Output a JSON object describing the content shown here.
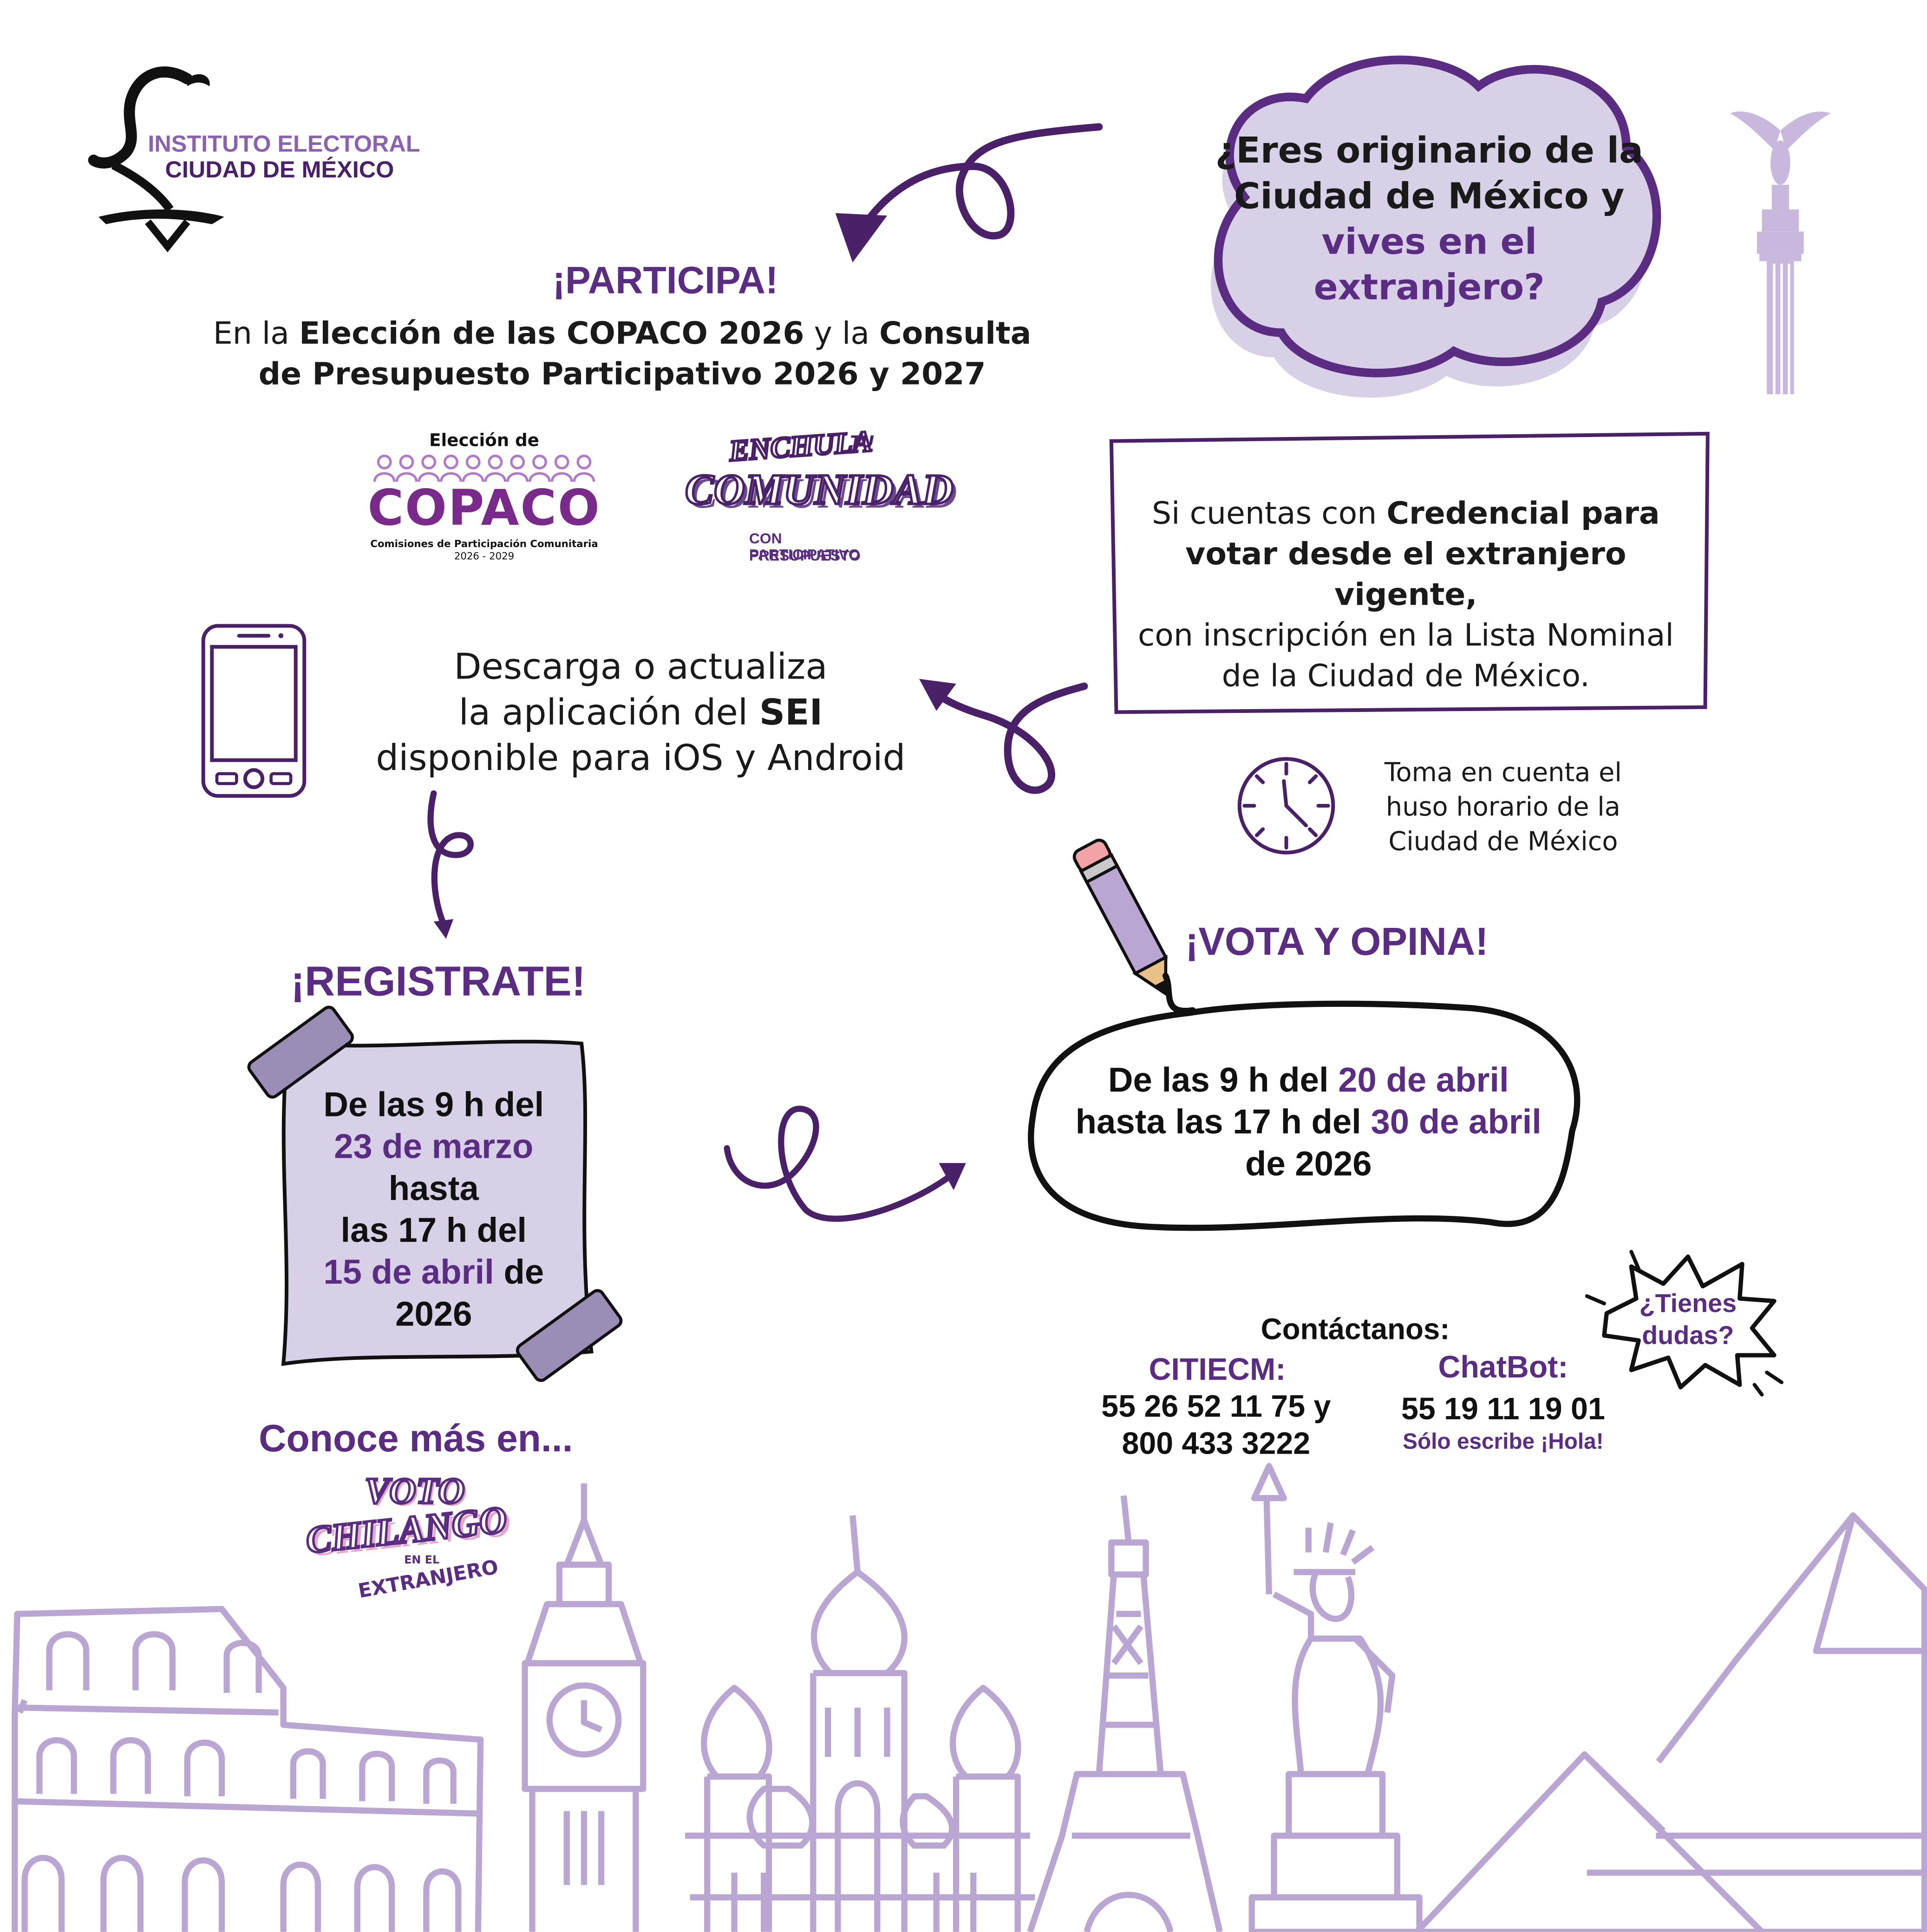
{
  "colors": {
    "purple_dark": "#4a2168",
    "purple": "#5b2d82",
    "lavender": "#b9a6d2",
    "lavender_light": "#d8d0e6",
    "lavender_mid": "#9a8eb6",
    "black": "#111111"
  },
  "logo": {
    "line1": "INSTITUTO ELECTORAL",
    "line2": "CIUDAD DE MÉXICO",
    "icon": "bird-emblem-icon"
  },
  "cloud_question": {
    "line1": "¿Eres originario de la",
    "line2": "Ciudad de México y",
    "line3": "vives en el",
    "line4": "extranjero?"
  },
  "participa": {
    "title": "¡PARTICIPA!",
    "l1_a": "En la ",
    "l1_b": "Elección de las COPACO 2026",
    "l1_c": " y la ",
    "l1_d": "Consulta",
    "l2": "de  Presupuesto Participativo 2026 y 2027"
  },
  "copaco_logo": {
    "top": "Elección de",
    "name": "COPACO",
    "sub": "Comisiones de Participación Comunitaria",
    "years": "2026 - 2029"
  },
  "enchula_logo": {
    "top": "ENCHULA",
    "tu": "TU",
    "main": "COMUNIDAD",
    "sub1": "CON PRESUPUESTO",
    "sub2": "PARTICIPATIVO"
  },
  "credential_box": {
    "l1_a": "Si cuentas con ",
    "l1_b": "Credencial para",
    "l2": "votar desde el extranjero vigente,",
    "l3": "con inscripción en la Lista Nominal",
    "l4": "de la Ciudad de México."
  },
  "app": {
    "l1": "Descarga o actualiza",
    "l2_a": "la aplicación del ",
    "l2_b": "SEI",
    "l3": "disponible para iOS y Android",
    "icon": "smartphone-icon"
  },
  "timezone": {
    "l1": "Toma en cuenta el",
    "l2": "huso horario de la",
    "l3": "Ciudad de México",
    "icon": "clock-icon"
  },
  "register": {
    "title": "¡REGISTRATE!",
    "l1": "De las 9 h del",
    "l2": "23 de marzo",
    "l3": "hasta",
    "l4": "las 17 h del",
    "l5": "15 de abril",
    "l5_b": " de",
    "l6": "2026"
  },
  "vote": {
    "title": "¡VOTA Y OPINA!",
    "l1_a": "De las 9 h del ",
    "l1_b": "20 de abril",
    "l2_a": "hasta las 17 h del ",
    "l2_b": "30 de abril",
    "l3": "de 2026",
    "icon": "pencil-icon"
  },
  "contact": {
    "title": "Contáctanos:",
    "citi_label": "CITIECM:",
    "citi_1": "55 26 52 11 75 y",
    "citi_2": "800 433 3222",
    "chat_label": "ChatBot:",
    "chat_num": "55 19 11 19 01",
    "chat_note": "Sólo escribe ¡Hola!"
  },
  "doubts": {
    "l1": "¿Tienes",
    "l2": "dudas?"
  },
  "more": {
    "title": "Conoce más en...",
    "logo_l1": "VOTO",
    "logo_l2": "CHILANGO",
    "logo_l3": "EN EL",
    "logo_l4": "EXTRANJERO"
  },
  "skyline_icons": [
    "colosseum-icon",
    "big-ben-icon",
    "saint-basil-icon",
    "eiffel-tower-icon",
    "statue-of-liberty-icon",
    "pyramid-icon",
    "angel-independence-icon"
  ]
}
